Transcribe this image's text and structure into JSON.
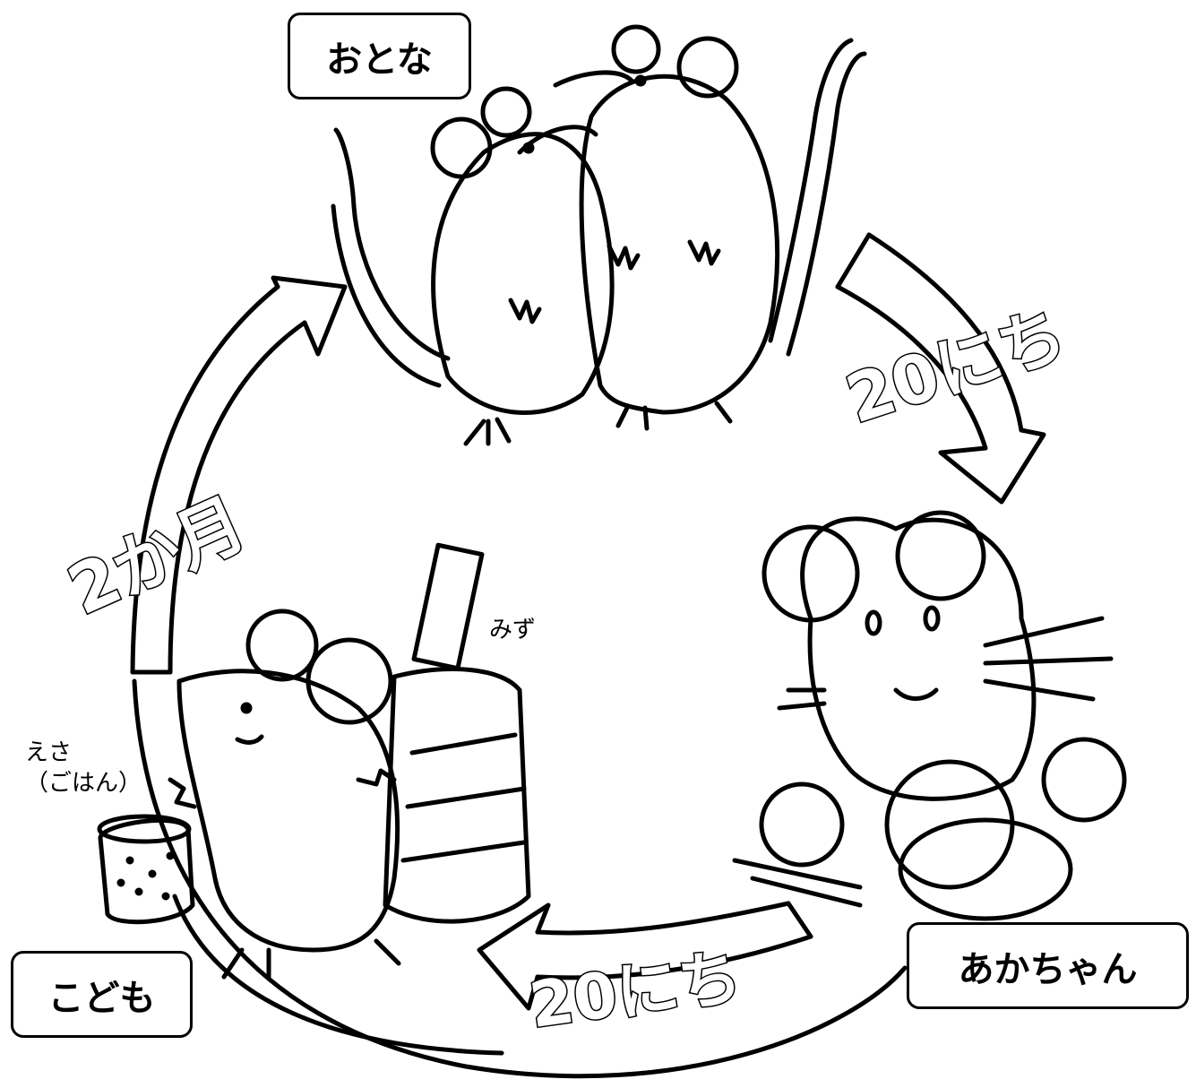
{
  "stages": {
    "adult": "おとな",
    "baby": "あかちゃん",
    "child": "こども"
  },
  "durations": {
    "adult_to_baby": "20にち",
    "baby_to_child": "20にち",
    "child_to_adult": "2か月"
  },
  "labels": {
    "water": "みず",
    "feed": "えさ\n（ごはん）"
  },
  "colors": {
    "line": "#000000",
    "fill": "#ffffff"
  }
}
